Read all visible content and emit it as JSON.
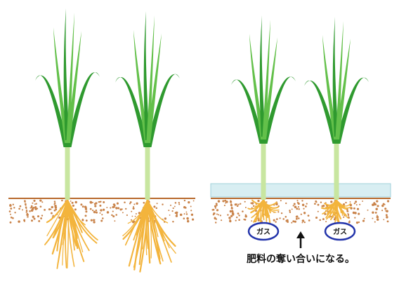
{
  "panels": [
    {
      "plants": 2,
      "water_layer": false
    },
    {
      "plants": 2,
      "water_layer": true,
      "gas_labels": [
        "ガス",
        "ガス"
      ],
      "caption": "肥料の奪い合いになる。"
    }
  ],
  "colors": {
    "leaf": "#2f9a2f",
    "leaf_light": "#63c04a",
    "stem": "#c8e6a0",
    "soil_line": "#b8692c",
    "soil_dots": "#c9834a",
    "roots": "#f3b43c",
    "water": "#d8eef2",
    "water_edge": "#9fd0da",
    "gas_ellipse": "#2233aa"
  }
}
